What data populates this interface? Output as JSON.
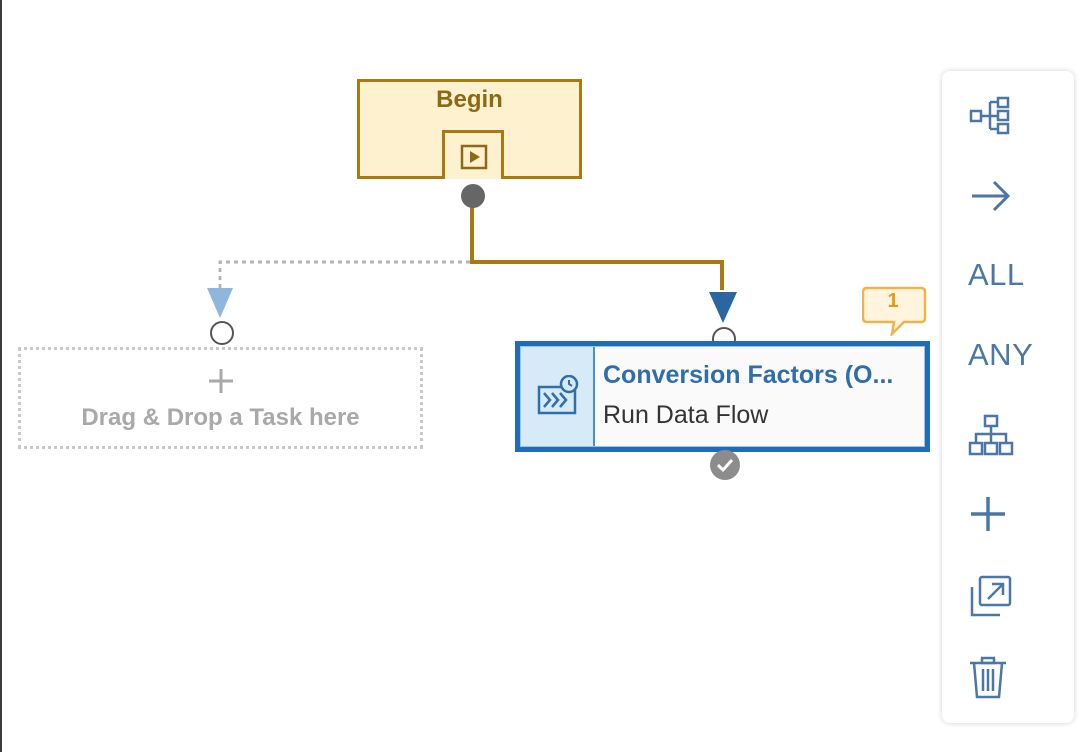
{
  "flow": {
    "begin": {
      "label": "Begin"
    },
    "placeholder": {
      "label": "Drag & Drop a Task here"
    },
    "task": {
      "title": "Conversion Factors (O...",
      "subtitle": "Run Data Flow",
      "comment_count": "1",
      "status": "success"
    }
  },
  "toolbar": {
    "items": [
      {
        "id": "dependency-tree",
        "icon": "hierarchy-right-icon"
      },
      {
        "id": "connect",
        "icon": "arrow-right-icon"
      },
      {
        "id": "all",
        "label": "ALL"
      },
      {
        "id": "any",
        "label": "ANY"
      },
      {
        "id": "structure",
        "icon": "org-chart-icon"
      },
      {
        "id": "add",
        "icon": "plus-icon"
      },
      {
        "id": "open",
        "icon": "open-external-icon"
      },
      {
        "id": "delete",
        "icon": "trash-icon"
      }
    ]
  },
  "colors": {
    "begin_fill": "#fdf1cf",
    "begin_border": "#a87a10",
    "task_accent": "#1f6db5",
    "task_title": "#2f6eab",
    "placeholder_connector": "#8fb6dc",
    "toolbar_icon": "#4b77a8",
    "comment_badge": "#f0b24a"
  }
}
